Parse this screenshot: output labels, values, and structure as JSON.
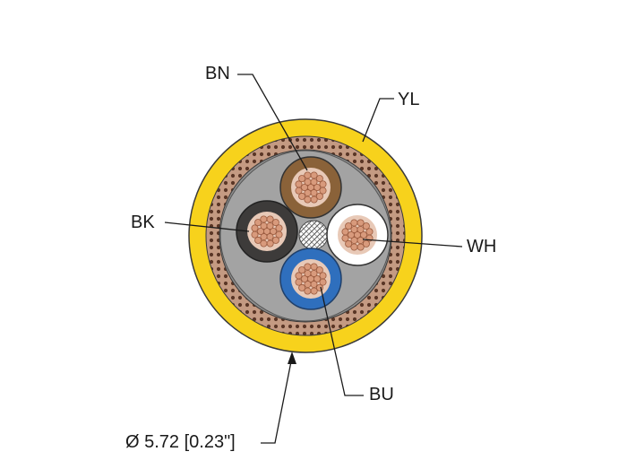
{
  "labels": {
    "brown": "BN",
    "yellow": "YL",
    "black": "BK",
    "white": "WH",
    "blue": "BU",
    "diameter": "Ø 5.72 [0.23\"]"
  },
  "colors": {
    "jacket": "#f7d21c",
    "jacket_outline": "#3a3a3a",
    "shield": "#b88468",
    "shield_dots": "#5a3626",
    "filler": "#9b9b9b",
    "filler_dark": "#7d7d7d",
    "brown_insulation": "#8a6239",
    "black_insulation": "#3d3b3a",
    "white_insulation": "#ffffff",
    "blue_insulation": "#2f6fbd",
    "copper": "#d89a7c",
    "copper_stroke": "#9a5a3e",
    "leader_line": "#1a1a1a"
  }
}
